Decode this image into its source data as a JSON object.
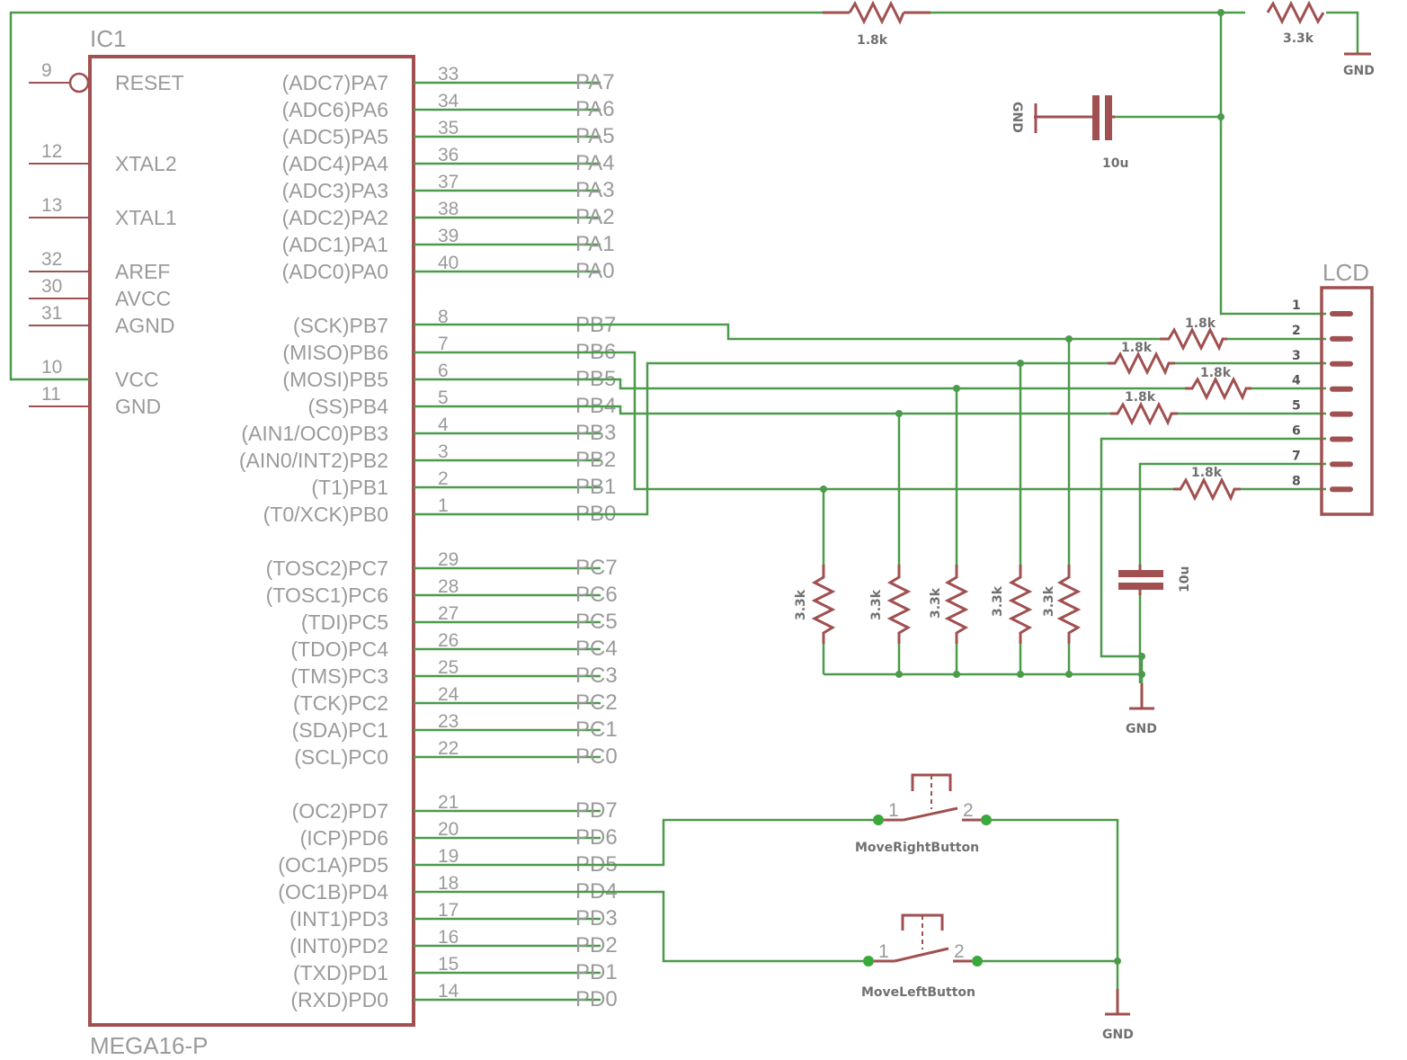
{
  "ic": {
    "name": "IC1",
    "part": "MEGA16-P",
    "left_pins": [
      {
        "num": "9",
        "label": "RESET"
      },
      {
        "num": "12",
        "label": "XTAL2"
      },
      {
        "num": "13",
        "label": "XTAL1"
      },
      {
        "num": "32",
        "label": "AREF"
      },
      {
        "num": "30",
        "label": "AVCC"
      },
      {
        "num": "31",
        "label": "AGND"
      },
      {
        "num": "10",
        "label": "VCC"
      },
      {
        "num": "11",
        "label": "GND"
      }
    ],
    "right_pins": [
      {
        "label": "(ADC7)PA7",
        "num": "33",
        "net": "PA7"
      },
      {
        "label": "(ADC6)PA6",
        "num": "34",
        "net": "PA6"
      },
      {
        "label": "(ADC5)PA5",
        "num": "35",
        "net": "PA5"
      },
      {
        "label": "(ADC4)PA4",
        "num": "36",
        "net": "PA4"
      },
      {
        "label": "(ADC3)PA3",
        "num": "37",
        "net": "PA3"
      },
      {
        "label": "(ADC2)PA2",
        "num": "38",
        "net": "PA2"
      },
      {
        "label": "(ADC1)PA1",
        "num": "39",
        "net": "PA1"
      },
      {
        "label": "(ADC0)PA0",
        "num": "40",
        "net": "PA0"
      },
      {
        "label": "(SCK)PB7",
        "num": "8",
        "net": "PB7"
      },
      {
        "label": "(MISO)PB6",
        "num": "7",
        "net": "PB6"
      },
      {
        "label": "(MOSI)PB5",
        "num": "6",
        "net": "PB5"
      },
      {
        "label": "(SS)PB4",
        "num": "5",
        "net": "PB4"
      },
      {
        "label": "(AIN1/OC0)PB3",
        "num": "4",
        "net": "PB3"
      },
      {
        "label": "(AIN0/INT2)PB2",
        "num": "3",
        "net": "PB2"
      },
      {
        "label": "(T1)PB1",
        "num": "2",
        "net": "PB1"
      },
      {
        "label": "(T0/XCK)PB0",
        "num": "1",
        "net": "PB0"
      },
      {
        "label": "(TOSC2)PC7",
        "num": "29",
        "net": "PC7"
      },
      {
        "label": "(TOSC1)PC6",
        "num": "28",
        "net": "PC6"
      },
      {
        "label": "(TDI)PC5",
        "num": "27",
        "net": "PC5"
      },
      {
        "label": "(TDO)PC4",
        "num": "26",
        "net": "PC4"
      },
      {
        "label": "(TMS)PC3",
        "num": "25",
        "net": "PC3"
      },
      {
        "label": "(TCK)PC2",
        "num": "24",
        "net": "PC2"
      },
      {
        "label": "(SDA)PC1",
        "num": "23",
        "net": "PC1"
      },
      {
        "label": "(SCL)PC0",
        "num": "22",
        "net": "PC0"
      },
      {
        "label": "(OC2)PD7",
        "num": "21",
        "net": "PD7"
      },
      {
        "label": "(ICP)PD6",
        "num": "20",
        "net": "PD6"
      },
      {
        "label": "(OC1A)PD5",
        "num": "19",
        "net": "PD5"
      },
      {
        "label": "(OC1B)PD4",
        "num": "18",
        "net": "PD4"
      },
      {
        "label": "(INT1)PD3",
        "num": "17",
        "net": "PD3"
      },
      {
        "label": "(INT0)PD2",
        "num": "16",
        "net": "PD2"
      },
      {
        "label": "(TXD)PD1",
        "num": "15",
        "net": "PD1"
      },
      {
        "label": "(RXD)PD0",
        "num": "14",
        "net": "PD0"
      }
    ]
  },
  "lcd": {
    "name": "LCD",
    "pins": [
      "1",
      "2",
      "3",
      "4",
      "5",
      "6",
      "7",
      "8"
    ]
  },
  "values": {
    "top_series": "1.8k",
    "top_right": "3.3k",
    "top_cap": "10u",
    "lcd_series": [
      "1.8k",
      "1.8k",
      "1.8k",
      "1.8k",
      "1.8k"
    ],
    "pulldowns": [
      "3.3k",
      "3.3k",
      "3.3k",
      "3.3k",
      "3.3k"
    ],
    "right_cap": "10u"
  },
  "gnd": {
    "label": "GND"
  },
  "buttons": {
    "right": {
      "name": "MoveRightButton",
      "pin1": "1",
      "pin2": "2"
    },
    "left": {
      "name": "MoveLeftButton",
      "pin1": "1",
      "pin2": "2"
    }
  },
  "colors": {
    "part": "#a05050",
    "wire": "#4c9a4c",
    "text": "#9a9a9a"
  }
}
